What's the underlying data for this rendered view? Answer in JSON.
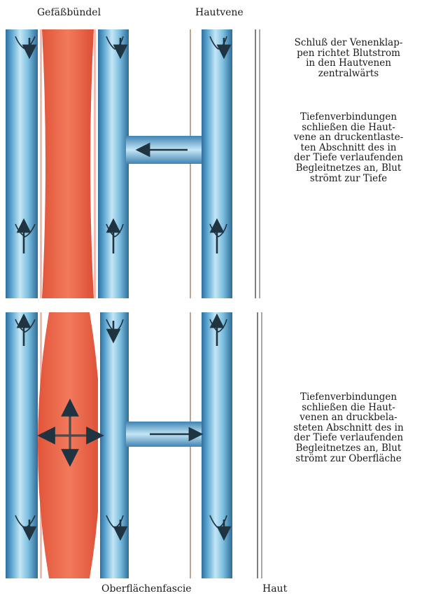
{
  "labels": {
    "top_left": "Gefäßbündel",
    "top_right": "Hautvene",
    "bottom_left": "Oberflächenfascie",
    "bottom_right": "Haut"
  },
  "captions": [
    "Schluß der Venenklap-\npen richtet Blutstrom\nin den Hautvenen\nzentralwärts",
    "Tiefenverbindungen\nschließen die Haut-\nvene an druckentlaste-\nten Abschnitt des in\nder Tiefe verlaufenden\nBegleitnetzes an, Blut\nströmt zur Tiefe",
    "Tiefenverbindungen\nschließen die Haut-\nvenen an druckbela-\nsteten Abschnitt des in\nder Tiefe verlaufenden\nBegleitnetzes an, Blut\nströmt zur Oberfläche"
  ],
  "colors": {
    "vein_light": "#b9dff0",
    "vein_mid": "#6fb6da",
    "vein_dark": "#2f6f9e",
    "artery": "#ef6b4e",
    "wall_pink": "#f6b9b0",
    "arrow": "#1f3340"
  }
}
